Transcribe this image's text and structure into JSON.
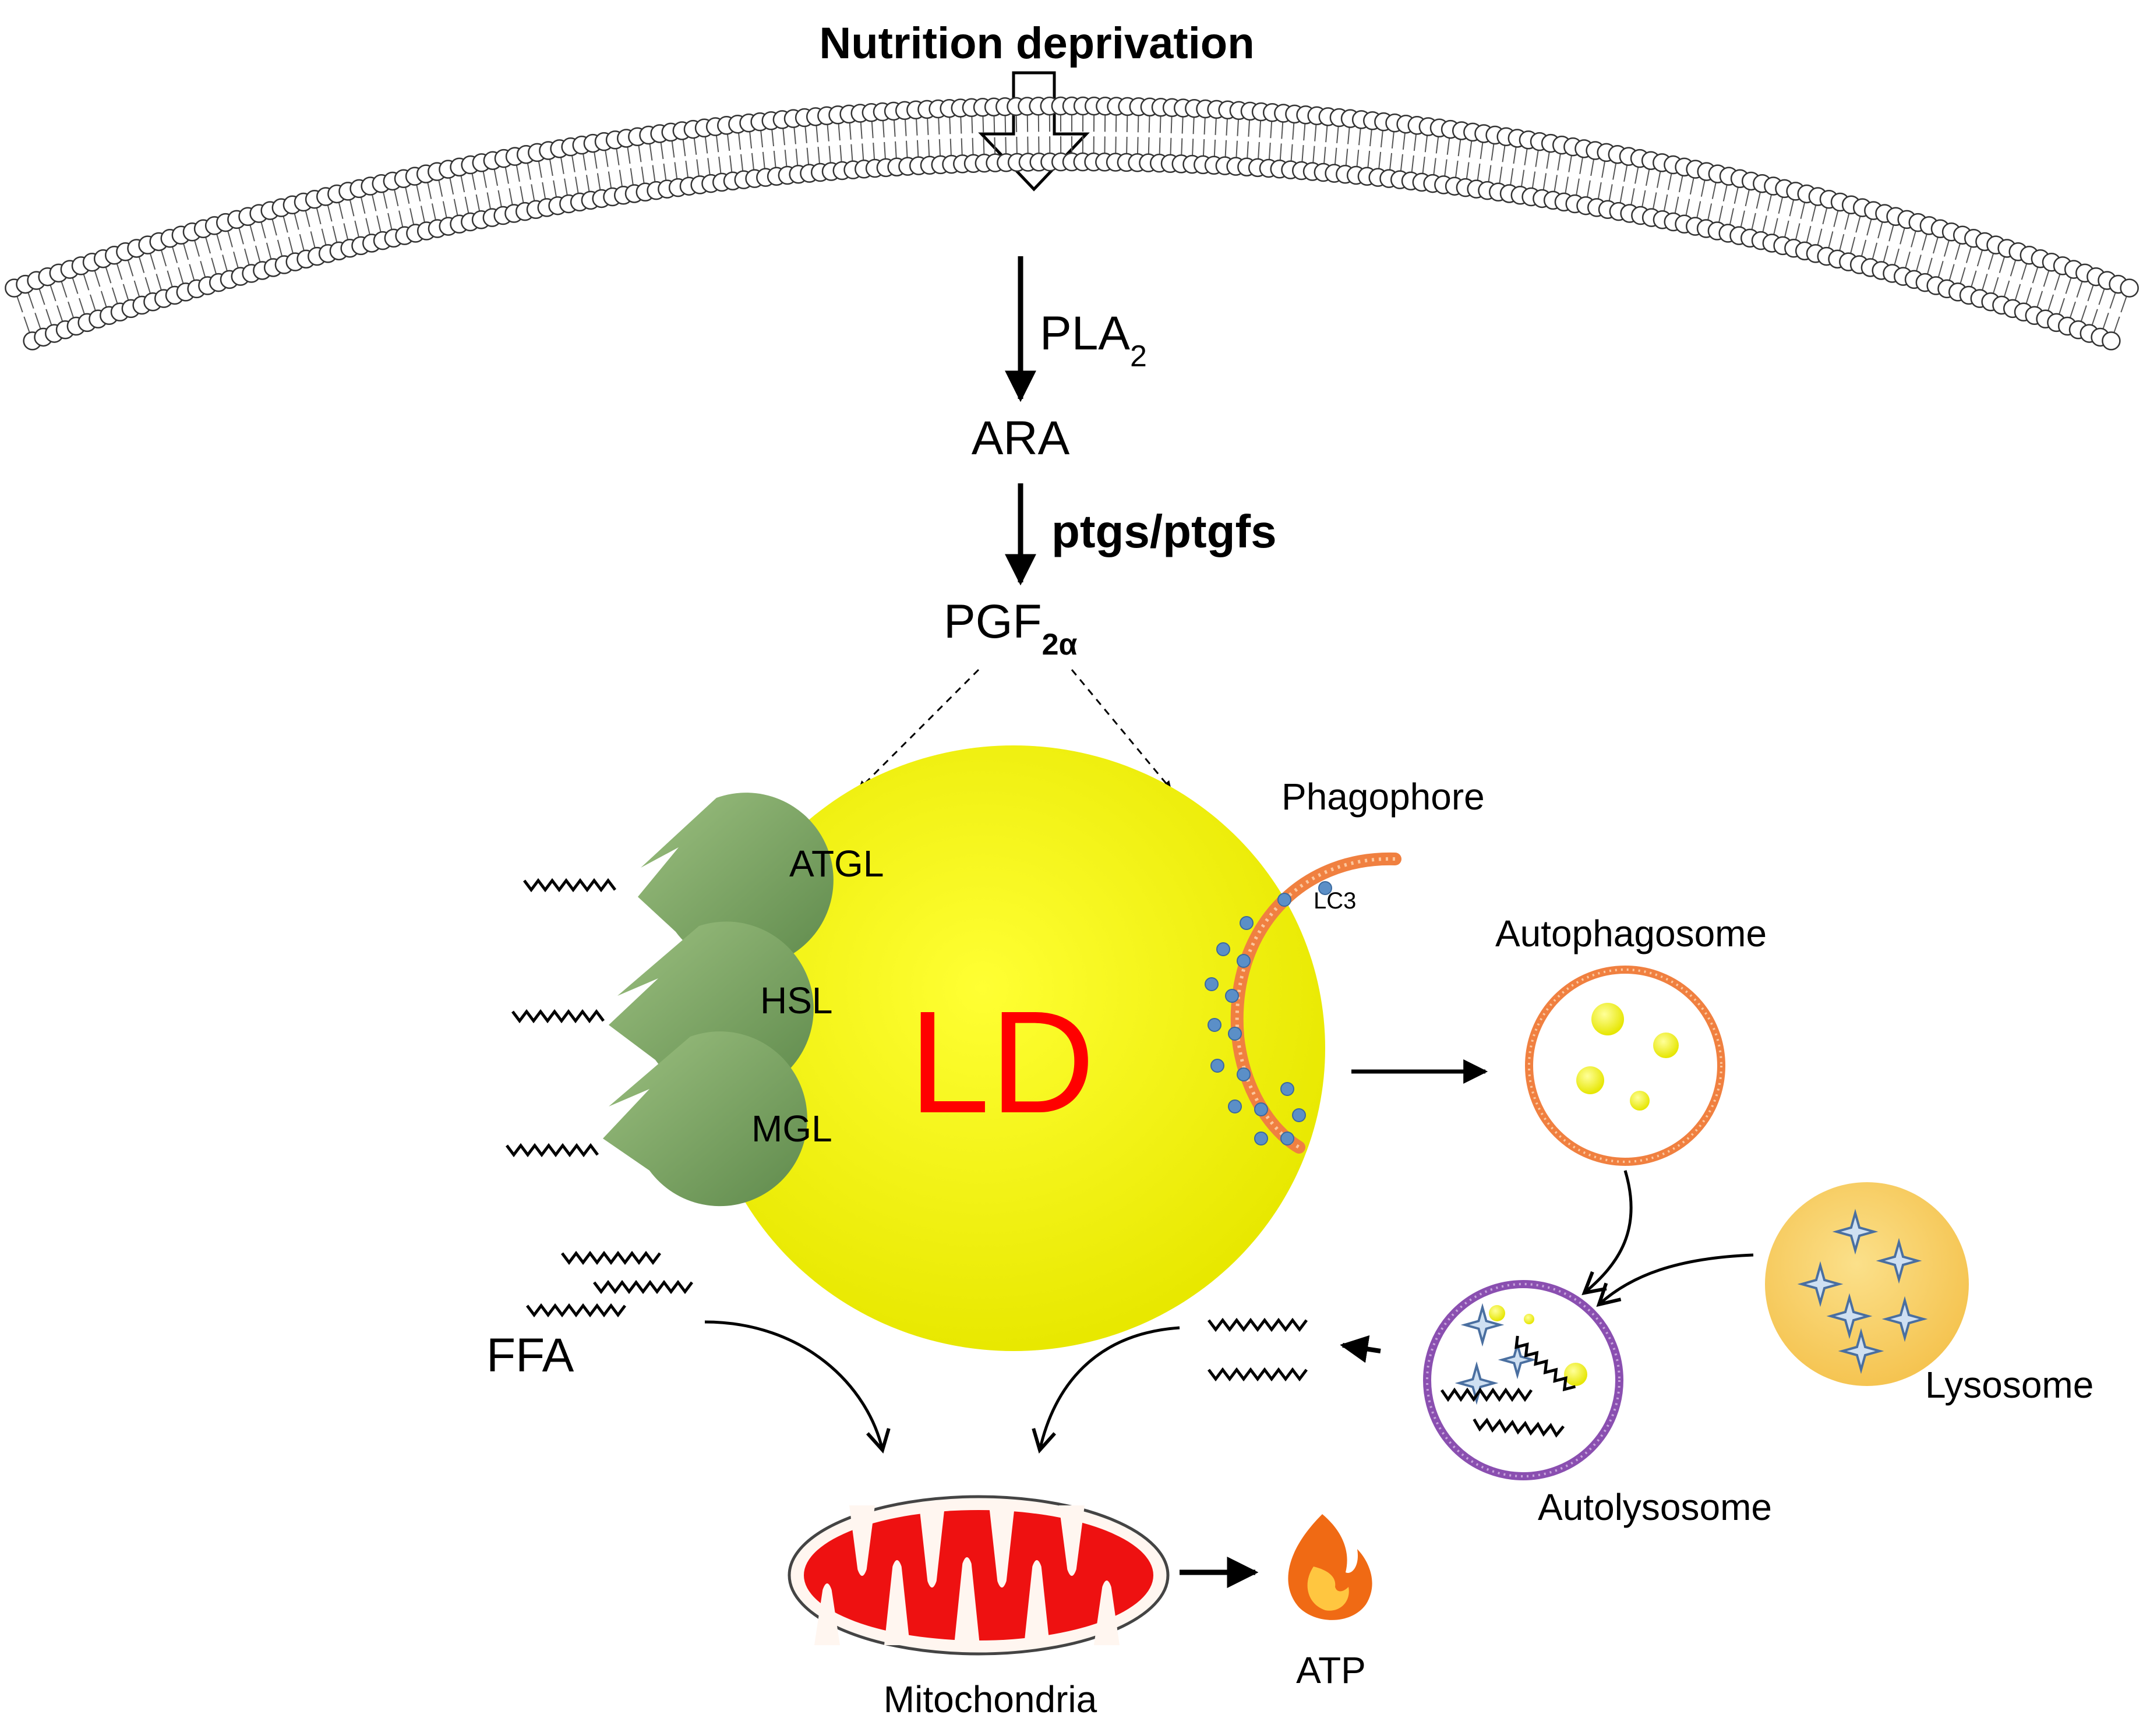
{
  "labels": {
    "stimulus": "Nutrition deprivation",
    "enzyme1": "PLA",
    "enzyme1_sub": "2",
    "metabolite1": "ARA",
    "enzyme2": "ptgs/ptgfs",
    "metabolite2": "PGF",
    "metabolite2_sub": "2α",
    "lipase1": "ATGL",
    "lipase2": "HSL",
    "lipase3": "MGL",
    "lipid_droplet": "LD",
    "phagophore": "Phagophore",
    "lc3": "LC3",
    "autophagosome": "Autophagosome",
    "lysosome": "Lysosome",
    "autolysosome": "Autolysosome",
    "ffa": "FFA",
    "mitochondria": "Mitochondria",
    "atp": "ATP"
  },
  "colors": {
    "lipid_droplet": "#f2f200",
    "ld_text": "#ff0000",
    "lipase": "#7fa868",
    "phagophore": "#f08040",
    "lc3_dot": "#5b8fc7",
    "autophagosome_ring": "#f08040",
    "autolysosome_ring": "#8a4fb0",
    "lysosome": "#f7cf6a",
    "lysosome_star": "#4a6fa0",
    "mitochondria": "#ee1111"
  }
}
